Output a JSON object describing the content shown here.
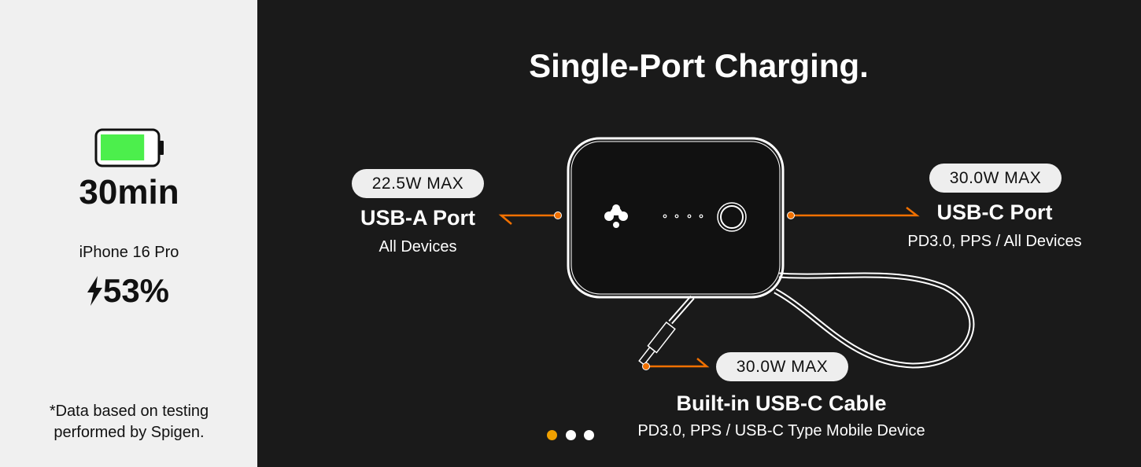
{
  "left_panel": {
    "battery_fill_fraction": 0.8,
    "battery_color": "#4cef4c",
    "duration": "30min",
    "device": "iPhone 16 Pro",
    "charge_percent": "53%",
    "footnote_line1": "*Data based on testing",
    "footnote_line2": "performed by Spigen."
  },
  "main": {
    "title": "Single-Port Charging.",
    "accent_color": "#f07000",
    "ports": [
      {
        "power": "22.5W MAX",
        "name": "USB-A Port",
        "detail": "All Devices"
      },
      {
        "power": "30.0W MAX",
        "name": "USB-C Port",
        "detail": "PD3.0, PPS / All Devices"
      },
      {
        "power": "30.0W MAX",
        "name": "Built-in USB-C Cable",
        "detail": "PD3.0, PPS / USB-C Type Mobile Device"
      }
    ],
    "carousel": {
      "total": 3,
      "active": 1
    }
  }
}
